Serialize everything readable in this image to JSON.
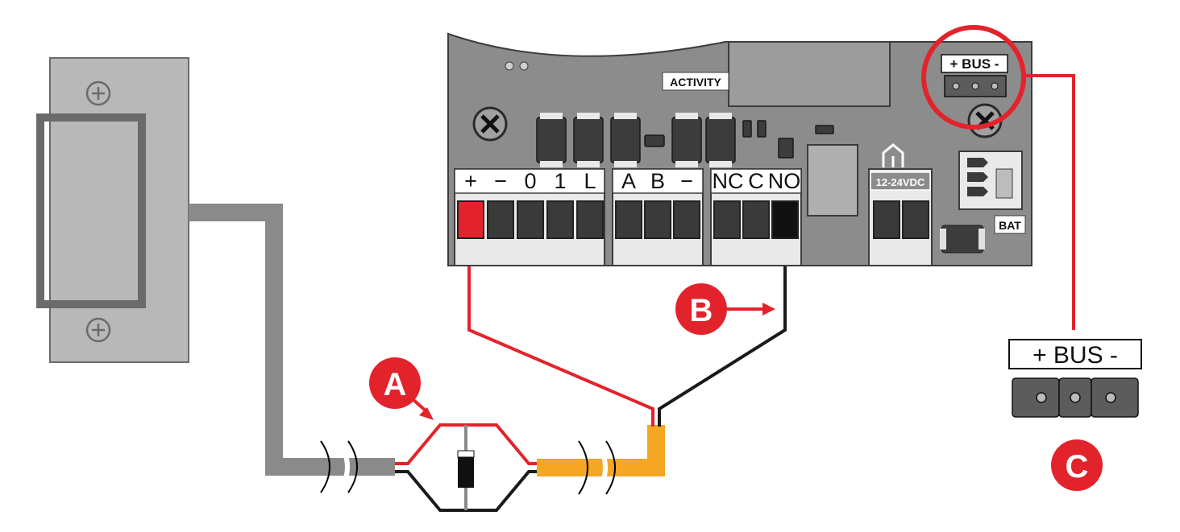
{
  "board": {
    "activity_label": "ACTIVITY",
    "bus_header_label": "+ BUS -",
    "power_label": "12-24VDC",
    "battery_label": "BAT"
  },
  "terminals": {
    "group_power_data": [
      "+",
      "−",
      "0",
      "1",
      "L"
    ],
    "group_bus": [
      "A",
      "B",
      "−"
    ],
    "group_relay": [
      "NC",
      "C",
      "NO"
    ]
  },
  "detail": {
    "bus_label": "+ BUS -"
  },
  "callouts": {
    "a": "A",
    "b": "B",
    "c": "C"
  },
  "colors": {
    "board": "#8c8c8c",
    "strike_plate": "#b8b8b8",
    "strike_frame": "#6b6b6b",
    "cable_gray": "#8a8a8a",
    "cable_orange": "#f5a623",
    "wire_red": "#e3232c",
    "wire_black": "#1a1a1a",
    "callout_red": "#e3232c"
  }
}
